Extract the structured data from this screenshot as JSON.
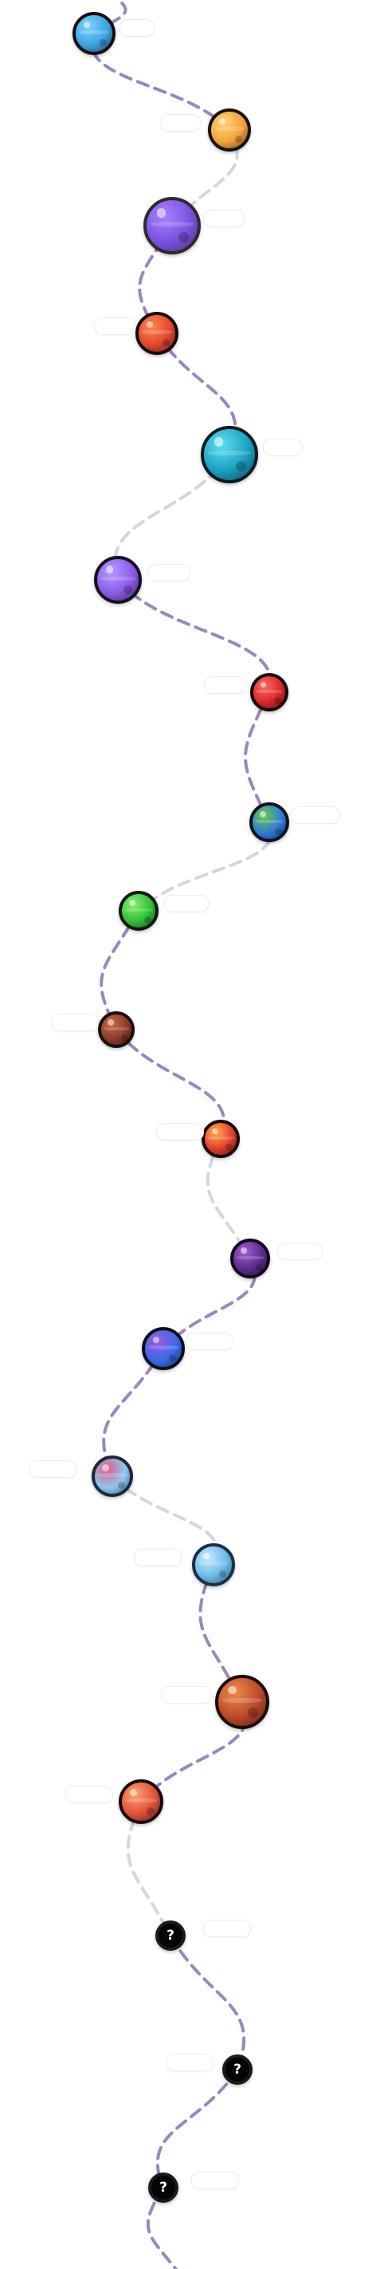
{
  "map": {
    "path_colors": {
      "completed": "#9b86bd",
      "faded": "#d6d6de"
    },
    "levels": [
      {
        "id": 1,
        "state": "unlocked",
        "icon": "ice-planet-icon",
        "fill": "#3aa3e0",
        "accent": "#7fd3ff",
        "ring": "#1a0d12",
        "tag": ""
      },
      {
        "id": 2,
        "state": "unlocked",
        "icon": "orange-moon-icon",
        "fill": "#f2a33a",
        "accent": "#ffd27a",
        "ring": "#1a1208",
        "tag": ""
      },
      {
        "id": 3,
        "state": "unlocked",
        "icon": "violet-gas-planet-icon",
        "fill": "#7b4fe0",
        "accent": "#a884ff",
        "ring": "#2b2b30",
        "tag": ""
      },
      {
        "id": 4,
        "state": "unlocked",
        "icon": "red-striped-planet-icon",
        "fill": "#e2452e",
        "accent": "#ff8a4a",
        "ring": "#160a0a",
        "tag": ""
      },
      {
        "id": 5,
        "state": "unlocked",
        "icon": "teal-gas-planet-icon",
        "fill": "#1aa0c0",
        "accent": "#5fe0f0",
        "ring": "#0d1a22",
        "tag": ""
      },
      {
        "id": 6,
        "state": "unlocked",
        "icon": "purple-crater-planet-icon",
        "fill": "#8a5ae8",
        "accent": "#b899ff",
        "ring": "#15101f",
        "tag": ""
      },
      {
        "id": 7,
        "state": "unlocked",
        "icon": "red-planet-icon",
        "fill": "#d8262a",
        "accent": "#ff6a5a",
        "ring": "#180808",
        "tag": ""
      },
      {
        "id": 8,
        "state": "unlocked",
        "icon": "earth-planet-icon",
        "fill": "#2e7bd8",
        "accent": "#6cc84a",
        "ring": "#0a1420",
        "tag": ""
      },
      {
        "id": 9,
        "state": "unlocked",
        "icon": "green-spiky-planet-icon",
        "fill": "#2fbf3a",
        "accent": "#8cf06a",
        "ring": "#0a1a0a",
        "tag": ""
      },
      {
        "id": 10,
        "state": "unlocked",
        "icon": "brown-planet-icon",
        "fill": "#8a3a2a",
        "accent": "#c86a48",
        "ring": "#1a0f0a",
        "tag": ""
      },
      {
        "id": 11,
        "state": "unlocked",
        "icon": "red-blob-planet-icon",
        "fill": "#e23a2e",
        "accent": "#ffb04a",
        "ring": "#1a0808",
        "tag": ""
      },
      {
        "id": 12,
        "state": "unlocked",
        "icon": "dark-purple-planet-icon",
        "fill": "#5a2a8a",
        "accent": "#a060d0",
        "ring": "#120a1a",
        "tag": ""
      },
      {
        "id": 13,
        "state": "unlocked",
        "icon": "blue-purple-planet-icon",
        "fill": "#3a6ae8",
        "accent": "#9a5ae0",
        "ring": "#0a0f1f",
        "tag": ""
      },
      {
        "id": 14,
        "state": "unlocked",
        "icon": "spotted-ice-planet-icon",
        "fill": "#8ec8f0",
        "accent": "#e05a8a",
        "ring": "#1a2a40",
        "tag": ""
      },
      {
        "id": 15,
        "state": "unlocked",
        "icon": "light-blue-planet-icon",
        "fill": "#6ab8e8",
        "accent": "#c8ecff",
        "ring": "#1a3048",
        "tag": ""
      },
      {
        "id": 16,
        "state": "unlocked",
        "icon": "rust-planet-icon",
        "fill": "#b8482a",
        "accent": "#f08a4a",
        "ring": "#1a0a08",
        "tag": ""
      },
      {
        "id": 17,
        "state": "unlocked",
        "icon": "coral-planet-icon",
        "fill": "#e0503a",
        "accent": "#ffa070",
        "ring": "#1a0808",
        "tag": ""
      },
      {
        "id": 18,
        "state": "locked",
        "icon": "locked-level-icon",
        "label": "?",
        "tag": ""
      },
      {
        "id": 19,
        "state": "locked",
        "icon": "locked-level-icon",
        "label": "?",
        "tag": ""
      },
      {
        "id": 20,
        "state": "locked",
        "icon": "locked-level-icon",
        "label": "?",
        "tag": ""
      }
    ]
  }
}
